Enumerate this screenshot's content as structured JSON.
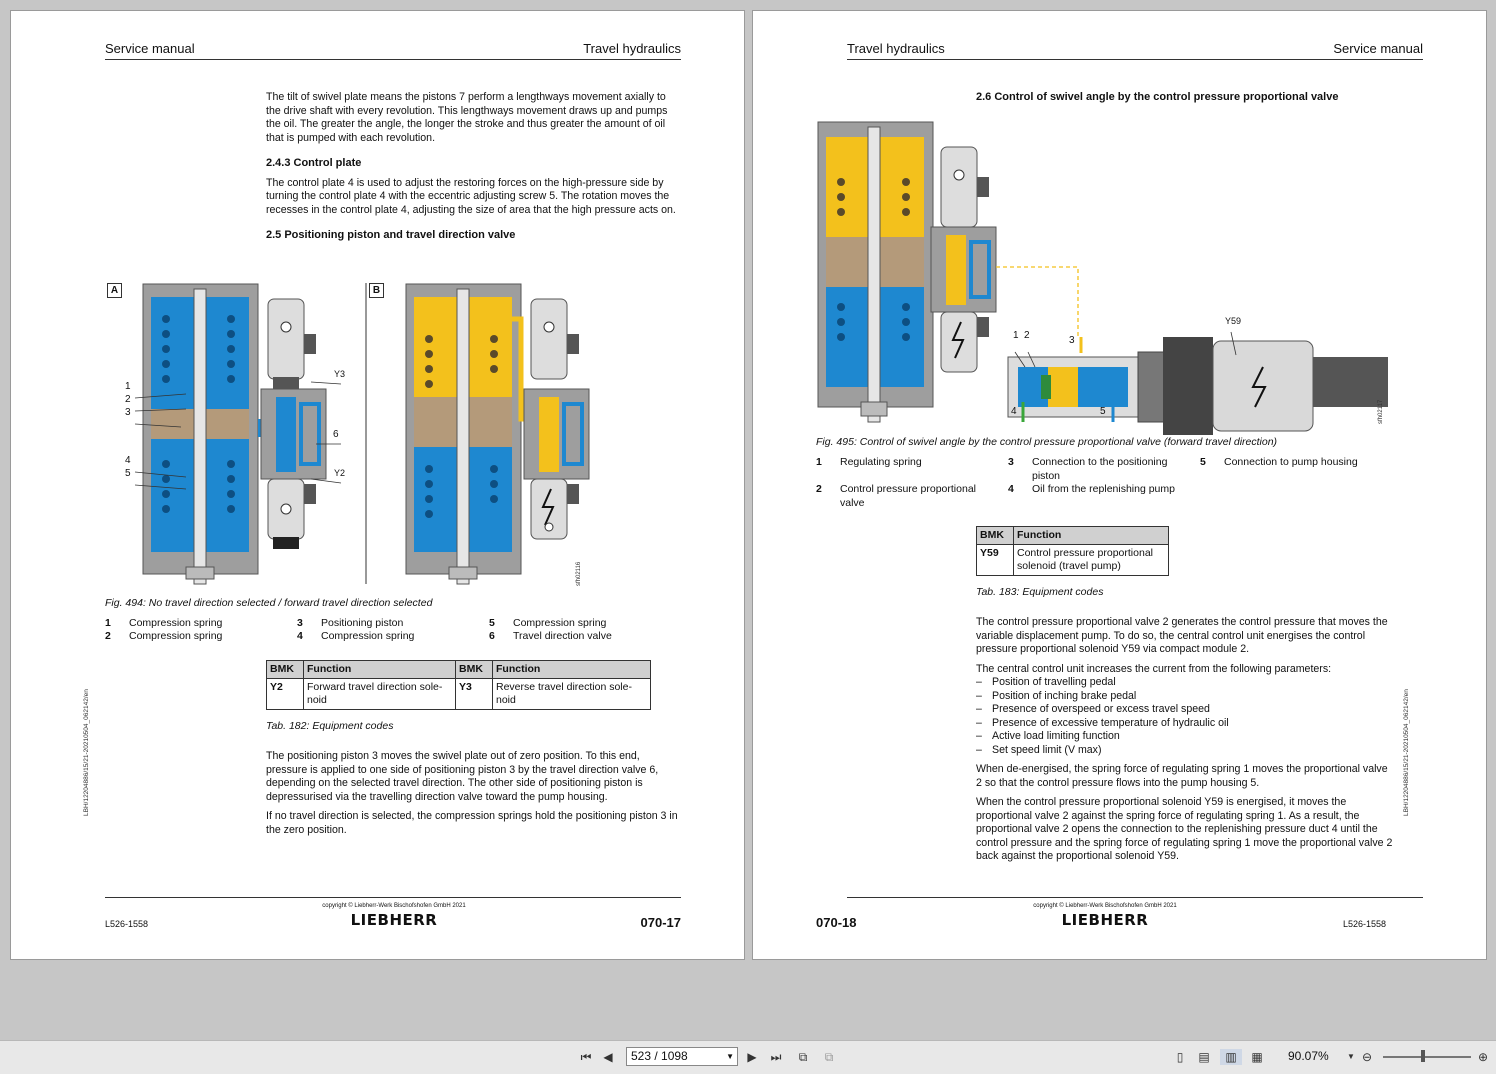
{
  "left_page": {
    "header_left": "Service manual",
    "header_right": "Travel hydraulics",
    "intro_text": "The tilt of swivel plate means the pistons 7 perform a lengthways movement axially to the drive shaft with every revolution. This lengthways movement draws up and pumps the oil. The greater the angle, the longer the stroke and thus greater the amount of oil that is pumped with each revolution.",
    "section_243_title": "2.4.3 Control plate",
    "section_243_text": "The control plate 4 is used to adjust the restoring forces on the high-pressure side by turning the control plate 4 with the eccentric adjusting screw 5. The rotation moves the recesses in the control plate 4, adjusting the size of area that the high pressure acts on.",
    "section_25_title": "2.5 Positioning piston and travel direction valve",
    "fig_box_a": "A",
    "fig_box_b": "B",
    "fig_labels": [
      "1",
      "2",
      "3",
      "4",
      "5",
      "6",
      "Y3",
      "Y2"
    ],
    "fig_code": "sfh02116",
    "fig_caption": "Fig. 494: No travel direction selected / forward travel direction selected",
    "legend": [
      {
        "n": "1",
        "t": "Compression spring"
      },
      {
        "n": "2",
        "t": "Compression spring"
      },
      {
        "n": "3",
        "t": "Positioning piston"
      },
      {
        "n": "4",
        "t": "Compression spring"
      },
      {
        "n": "5",
        "t": "Compression spring"
      },
      {
        "n": "6",
        "t": "Travel direction valve"
      }
    ],
    "table_headers": [
      "BMK",
      "Function",
      "BMK",
      "Function"
    ],
    "table_row": [
      "Y2",
      "Forward travel direction sole-noid",
      "Y3",
      "Reverse travel direction sole-noid"
    ],
    "table_caption": "Tab. 182: Equipment codes",
    "para1": "The positioning piston 3 moves the swivel plate out of zero position. To this end, pressure is applied to one side of positioning piston 3 by the travel direction valve 6, depending on the selected travel direction. The other side of positioning piston is depressurised via the travelling direction valve toward the pump housing.",
    "para2": "If no travel direction is selected, the compression springs hold the positioning piston 3 in the zero position.",
    "side_code": "LBH/12204886/15/21-20210504_062142/en",
    "footer_doc": "L526-1558",
    "footer_copy": "copyright © Liebherr-Werk Bischofshofen GmbH 2021",
    "footer_logo": "LIEBHERR",
    "footer_page": "070-17"
  },
  "right_page": {
    "header_left": "Travel hydraulics",
    "header_right": "Service manual",
    "section_26_title": "2.6 Control of swivel angle by the control pressure proportional valve",
    "fig_labels": [
      "1",
      "2",
      "3",
      "4",
      "5",
      "Y59"
    ],
    "fig_code": "sfh02117",
    "fig_caption": "Fig. 495: Control of swivel angle by the control pressure proportional valve (forward travel direction)",
    "legend": [
      {
        "n": "1",
        "t": "Regulating spring"
      },
      {
        "n": "2",
        "t": "Control pressure proportional valve"
      },
      {
        "n": "3",
        "t": "Connection to the positioning piston"
      },
      {
        "n": "4",
        "t": "Oil from the replenishing pump"
      },
      {
        "n": "5",
        "t": "Connection to pump housing"
      }
    ],
    "table_headers": [
      "BMK",
      "Function"
    ],
    "table_row": [
      "Y59",
      "Control pressure proportional solenoid (travel pump)"
    ],
    "table_caption": "Tab. 183: Equipment codes",
    "para1": "The control pressure proportional valve 2 generates the control pressure that moves the variable displacement pump. To do so, the central control unit energises the control pressure proportional solenoid Y59 via compact module 2.",
    "para2": "The central control unit increases the current from the following parameters:",
    "list": [
      "Position of travelling pedal",
      "Position of inching brake pedal",
      "Presence of overspeed or excess travel speed",
      "Presence of excessive temperature of hydraulic oil",
      "Active load limiting function",
      "Set speed limit (V max)"
    ],
    "para3": "When de-energised, the spring force of regulating spring 1 moves the proportional valve 2 so that the control pressure flows into the pump housing 5.",
    "para4": "When the control pressure proportional solenoid Y59 is energised, it moves the proportional valve 2 against the spring force of regulating spring 1. As a result, the proportional valve 2 opens the connection to the replenishing pressure duct 4 until the control pressure and the spring force of regulating spring 1 move the proportional valve 2 back against the proportional solenoid Y59.",
    "side_code": "LBH/12204886/15/21-20210504_062142/en",
    "footer_page": "070-18",
    "footer_copy": "copyright © Liebherr-Werk Bischofshofen GmbH 2021",
    "footer_logo": "LIEBHERR",
    "footer_doc": "L526-1558"
  },
  "toolbar": {
    "page_indicator": "523 / 1098",
    "zoom": "90.07%",
    "icons": [
      "first-page-icon",
      "prev-page-icon",
      "next-page-icon",
      "last-page-icon",
      "prev-view-icon",
      "next-view-icon",
      "single-page-icon",
      "continuous-icon",
      "facing-icon",
      "continuous-facing-icon",
      "zoom-out-icon",
      "zoom-in-icon"
    ]
  },
  "colors": {
    "hydraulic_blue": "#1e88d0",
    "oil_yellow": "#f3c11c",
    "housing_grey": "#9e9e9e",
    "spring_brown": "#b49a7a"
  }
}
